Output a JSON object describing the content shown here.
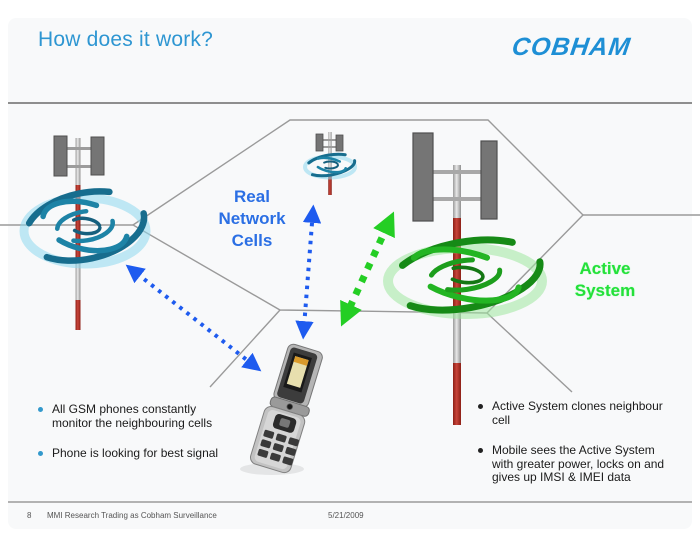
{
  "slide": {
    "title": "How does it work?",
    "logo_text": "COBHAM",
    "page_number": "8",
    "footer_text": "MMI Research Trading as Cobham Surveillance",
    "footer_date": "5/21/2009"
  },
  "diagram": {
    "real_network_label": "Real Network Cells",
    "active_system_label": "Active System"
  },
  "bullets_left": {
    "items": [
      {
        "text": "All GSM phones constantly monitor the neighbouring cells"
      },
      {
        "text": "Phone is looking for best signal"
      }
    ]
  },
  "bullets_right": {
    "items": [
      {
        "text": "Active System clones neighbour cell"
      },
      {
        "text": "Mobile sees the Active System with greater power, locks on and gives up IMSI & IMEI data"
      }
    ]
  },
  "icons": {
    "left_tower": "cell-tower-icon",
    "middle_tower": "cell-tower-icon",
    "right_tower": "cell-tower-icon",
    "left_waves": "radio-waves-icon",
    "middle_waves": "radio-waves-icon",
    "right_waves": "radio-waves-icon",
    "phone": "flip-phone-icon",
    "blue_arrows": "dotted-double-arrow-icon",
    "green_arrow": "dashed-double-arrow-icon"
  },
  "colors": {
    "title_blue": "#2E96D2",
    "logo_blue": "#1E8FD5",
    "network_label_blue": "#2B6FE4",
    "active_green": "#25E03A",
    "arrow_blue": "#1E5BEF",
    "arrow_green": "#24CE24",
    "cell_line_gray": "#9A9A9A",
    "spiral_teal": "#1B7F9C",
    "spiral_green": "#1D9E1D",
    "pole_red": "#A8281E"
  }
}
